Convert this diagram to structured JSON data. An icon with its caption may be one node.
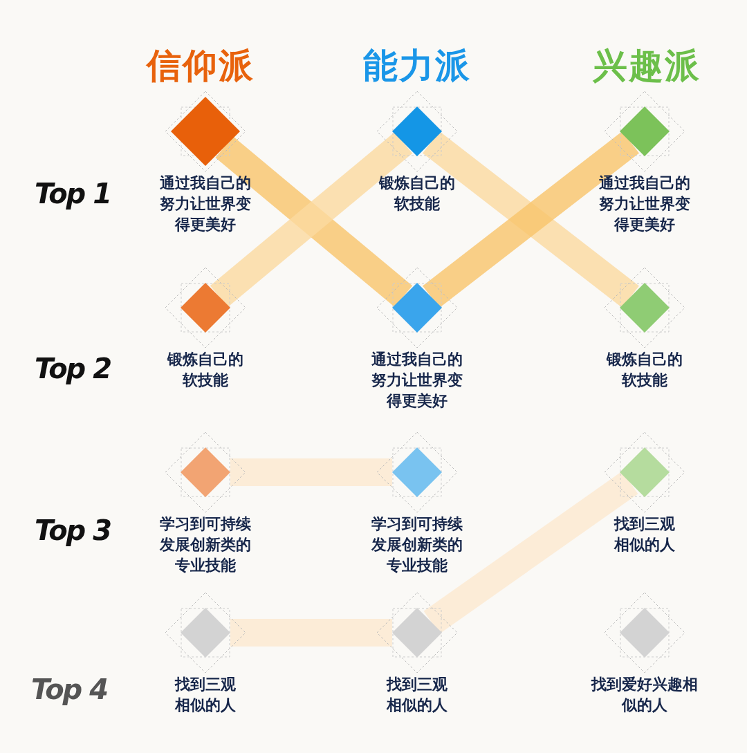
{
  "diagram": {
    "nodes": [
      {
        "text": [
          "通过我自己的努力让世界变得更美好"
        ]
      },
      {
        "text": [
          "锻炼自己的软技能"
        ]
      },
      {
        "text": [
          "通过我自己的努力让世界变得更美好"
        ]
      },
      {
        "text": [
          "锻炼自己的软技能"
        ]
      },
      {
        "text": [
          "通过我自己的努力让世界变得更美好"
        ]
      },
      {
        "text": [
          "锻炼自己的软技能"
        ]
      },
      {
        "text": [
          "学习到可持续发展创新类的专业技能"
        ]
      },
      {
        "text": [
          "学习到可持续发展创新类的专业技能"
        ]
      },
      {
        "text": [
          "找到三观相似的人"
        ]
      },
      {
        "text": [
          "找到三观相似的人"
        ]
      },
      {
        "text": [
          "找到三观相似的人"
        ]
      },
      {
        "text": [
          "找到爱好兴趣相似的人"
        ]
      }
    ],
    "edges": [
      {
        "from": 0,
        "to": 4,
        "arrow": "none",
        "color": "#f9c46b"
      },
      {
        "from": 3,
        "to": 1,
        "arrow": "none",
        "color": "#fbd9a0"
      },
      {
        "from": 1,
        "to": 5,
        "arrow": "none",
        "color": "#fbd9a0"
      },
      {
        "from": 4,
        "to": 2,
        "arrow": "none",
        "color": "#f9c46b"
      },
      {
        "from": 6,
        "to": 7,
        "arrow": "none",
        "color": "#fce8cf"
      },
      {
        "from": 9,
        "to": 10,
        "arrow": "none",
        "color": "#fce8cf"
      },
      {
        "from": 10,
        "to": 8,
        "arrow": "none",
        "color": "#fce8cf"
      }
    ],
    "labels": [
      "信仰派",
      "能力派",
      "兴趣派",
      "Top 1",
      "Top 2",
      "Top 3",
      "Top 4"
    ]
  }
}
